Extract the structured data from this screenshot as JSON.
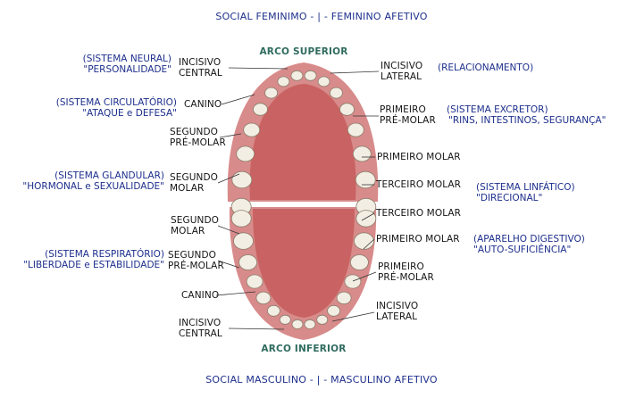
{
  "titles": {
    "top": "SOCIAL FEMINIMO - | - FEMININO AFETIVO",
    "bottom": "SOCIAL MASCULINO - | - MASCULINO AFETIVO"
  },
  "arches": {
    "upper": "ARCO SUPERIOR",
    "lower": "ARCO INFERIOR"
  },
  "teeth_upper_left": {
    "incisor_central": [
      "INCISIVO",
      "CENTRAL"
    ],
    "canine": "CANINO",
    "second_premolar": [
      "SEGUNDO",
      "PRÉ-MOLAR"
    ],
    "second_molar": [
      "SEGUNDO",
      "MOLAR"
    ]
  },
  "teeth_upper_right": {
    "incisor_lateral": [
      "INCISIVO",
      "LATERAL"
    ],
    "first_premolar": [
      "PRIMEIRO",
      "PRÉ-MOLAR"
    ],
    "first_molar": "PRIMEIRO MOLAR",
    "third_molar": "TERCEIRO MOLAR"
  },
  "teeth_lower_left": {
    "second_molar": [
      "SEGUNDO",
      "MOLAR"
    ],
    "second_premolar": [
      "SEGUNDO",
      "PRÉ-MOLAR"
    ],
    "canine": "CANINO",
    "incisor_central": [
      "INCISIVO",
      "CENTRAL"
    ]
  },
  "teeth_lower_right": {
    "third_molar": "TERCEIRO MOLAR",
    "first_molar": "PRIMEIRO MOLAR",
    "first_premolar": [
      "PRIMEIRO",
      "PRÉ-MOLAR"
    ],
    "incisor_lateral": [
      "INCISIVO",
      "LATERAL"
    ]
  },
  "systems": {
    "neural": [
      "(SISTEMA NEURAL)",
      "\"PERSONALIDADE\""
    ],
    "circulatory": [
      "(SISTEMA CIRCULATÓRIO)",
      "\"ATAQUE e DEFESA\""
    ],
    "glandular": [
      "(SISTEMA GLANDULAR)",
      "\"HORMONAL e SEXUALIDADE\""
    ],
    "respiratory": [
      "(SISTEMA RESPIRATÓRIO)",
      "\"LIBERDADE e ESTABILIDADE\""
    ],
    "relationship": "(RELACIONAMENTO)",
    "excretory": [
      "(SISTEMA EXCRETOR)",
      "\"RINS, INTESTINOS, SEGURANÇA\""
    ],
    "lymphatic": [
      "(SISTEMA LINFÁTICO)",
      "\"DIRECIONAL\""
    ],
    "digestive": [
      "(APARELHO DIGESTIVO)",
      "\"AUTO-SUFICIÊNCIA\""
    ]
  },
  "colors": {
    "system_text": "#1d2f8c",
    "arch_label": "#2f6b5e",
    "leader_line": "#333333",
    "gum": "#d88b8b",
    "palate": "#c96262",
    "tooth": "#f2eee4"
  }
}
